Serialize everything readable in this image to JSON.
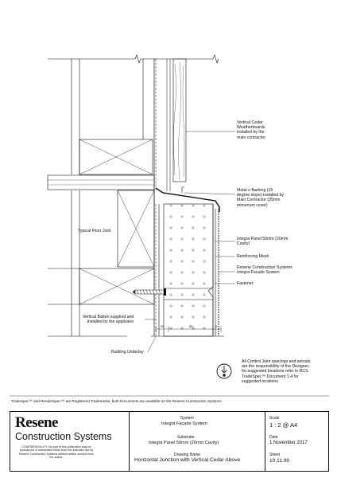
{
  "drawing": {
    "labels": {
      "cedar": "Vertical Cedar\nWeatherboards\ninstalled by the\nmain contractor",
      "flashing": "Metal z-flashing (15\ndegree slope) installed by\nMain Contractor (35mm\nminumum cover)",
      "joist": "Typical Floor Joist",
      "panel": "Integra Panel 50mm (20mm\nCavity)",
      "mesh": "Reinforcing Mesh",
      "system": "Resene Construction Systems\nIntegra Facade System",
      "fastener": "Fastener",
      "batten": "Vertical Batten supplied and\ninstalled by the applicator",
      "underlay": "Building Underlay"
    },
    "dimensions": [
      "20",
      "50",
      "5"
    ],
    "note": "All Control Joint spacings and setouts\nare the responsibility of the Designer,\nfor suggested locations refer to RCS\nTradeSpec™ Document 1.4 for\nsuggested locations"
  },
  "trademark": "TradeSpec™ and RenderSpec™ are Registered Trademarks, both Documents are available on the Resene Construction Systems",
  "titleblock": {
    "logo_word": "Resene",
    "logo_sub": "Construction Systems",
    "confidentiality": "CONFIDENTIALITY: No part of this publication may be reproduced or transmitted either from this intended use by Resene Construction Systems without written consent from the author.",
    "system_label": "System",
    "system_value": "Integra Facade System",
    "substrate_label": "Substrate",
    "substrate_value": "Integra Panel 50mm (20mm Cavity)",
    "drawing_name_label": "Drawing Name",
    "drawing_name_value": "Horizontal Junction with Vertical Cedar Above",
    "scale_label": "Scale",
    "scale_value": "1 : 2 @ A4",
    "date_label": "Date",
    "date_value": "1 November 2017",
    "sheet_label": "Sheet",
    "sheet_value": "10.11.90"
  }
}
